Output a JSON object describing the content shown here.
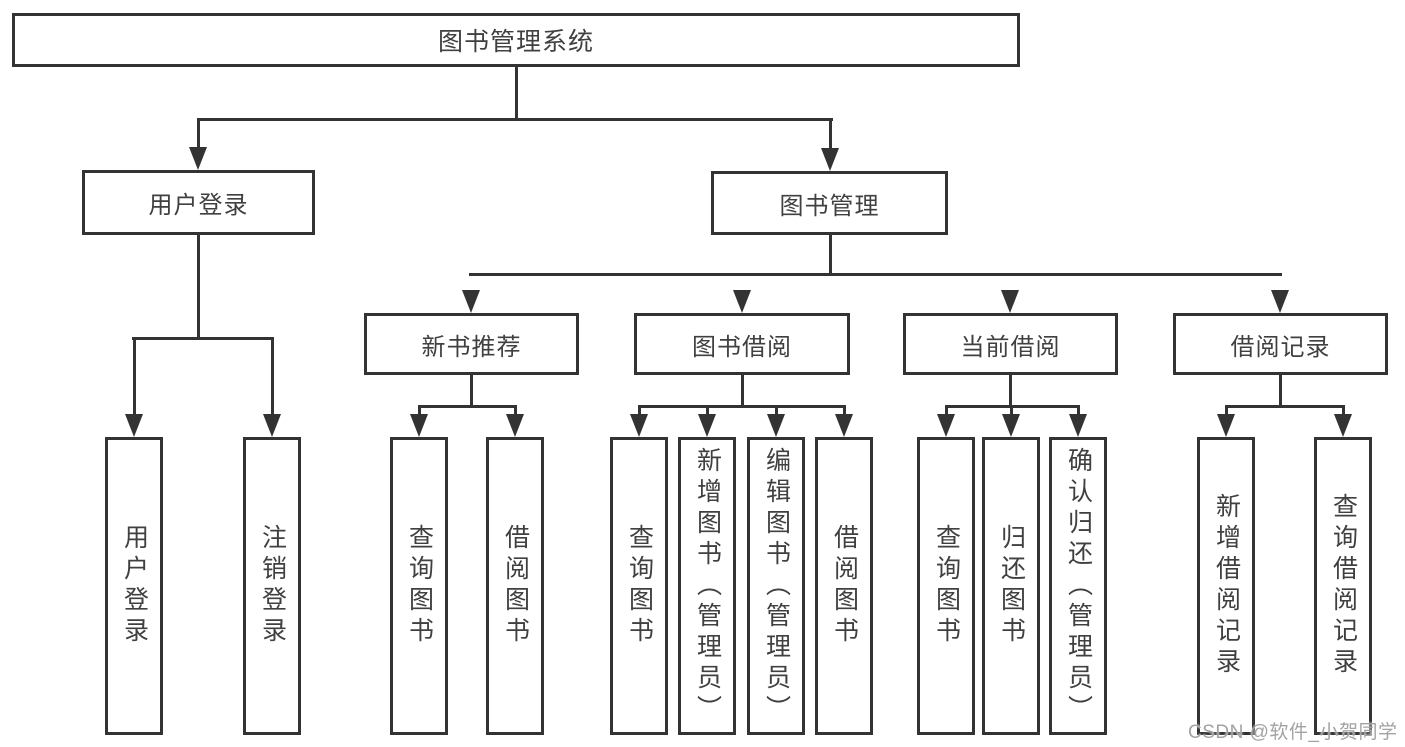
{
  "diagram": {
    "root": {
      "label": "图书管理系统"
    },
    "branches": [
      {
        "label": "用户登录",
        "children": [
          {
            "label": "用户登录"
          },
          {
            "label": "注销登录"
          }
        ]
      },
      {
        "label": "图书管理",
        "sections": [
          {
            "label": "新书推荐",
            "children": [
              {
                "label": "查询图书"
              },
              {
                "label": "借阅图书"
              }
            ]
          },
          {
            "label": "图书借阅",
            "children": [
              {
                "label": "查询图书"
              },
              {
                "label": "新增图书（管理员）"
              },
              {
                "label": "编辑图书（管理员）"
              },
              {
                "label": "借阅图书"
              }
            ]
          },
          {
            "label": "当前借阅",
            "children": [
              {
                "label": "查询图书"
              },
              {
                "label": "归还图书"
              },
              {
                "label": "确认归还（管理员）"
              }
            ]
          },
          {
            "label": "借阅记录",
            "children": [
              {
                "label": "新增借阅记录"
              },
              {
                "label": "查询借阅记录"
              }
            ]
          }
        ]
      }
    ],
    "watermark": "CSDN @软件_小贺同学",
    "colors": {
      "line": "#333333",
      "text": "#404040",
      "watermark": "#a3a3a3",
      "background": "#ffffff"
    }
  }
}
